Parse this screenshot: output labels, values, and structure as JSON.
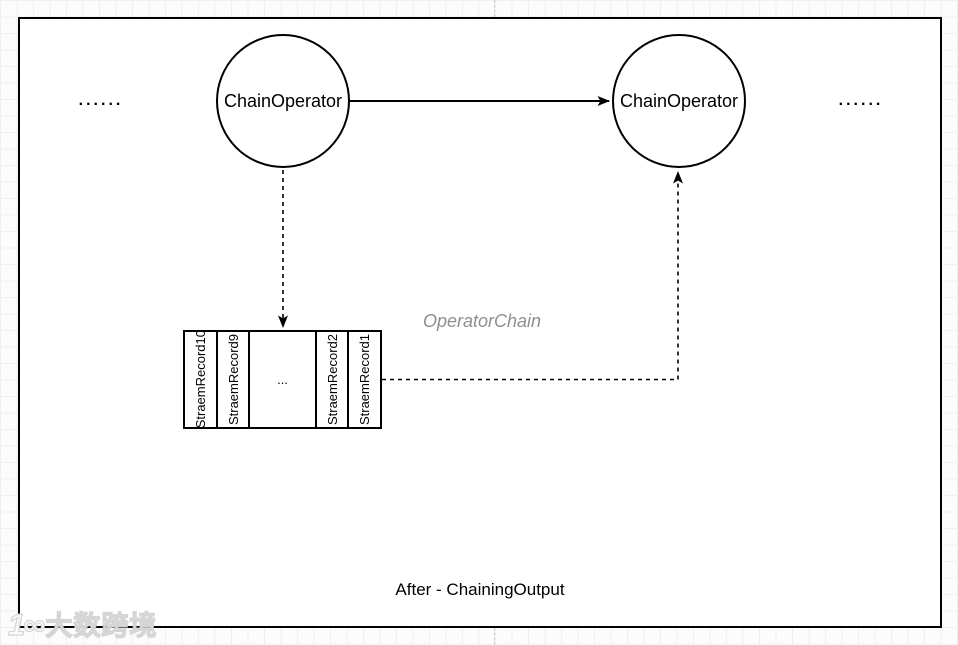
{
  "diagram": {
    "nodes": {
      "left": {
        "label": "ChainOperator"
      },
      "right": {
        "label": "ChainOperator"
      }
    },
    "ellipsis_left": "......",
    "ellipsis_right": "......",
    "operator_chain_label": "OperatorChain",
    "caption": "After - ChainingOutput",
    "buffer_cells": [
      "StraemRecord10",
      "StraemRecord9",
      "...",
      "StraemRecord2",
      "StraemRecord1"
    ]
  },
  "watermark": {
    "logo": "1∞",
    "text": "大数跨境"
  },
  "colors": {
    "stroke": "#000000",
    "label_gray": "#8f8f8f",
    "grid_line": "#f0f0f0",
    "canvas": "#ffffff"
  }
}
